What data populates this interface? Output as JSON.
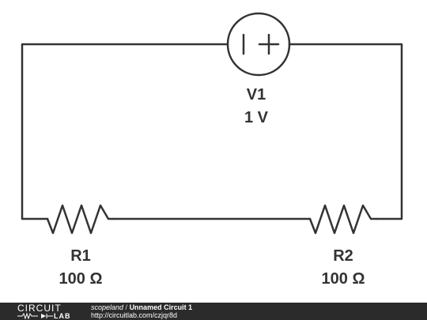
{
  "components": {
    "v1": {
      "name": "V1",
      "value": "1 V"
    },
    "r1": {
      "name": "R1",
      "value": "100 Ω"
    },
    "r2": {
      "name": "R2",
      "value": "100 Ω"
    }
  },
  "footer": {
    "logo_top": "CIRCUIT",
    "logo_bottom": "LAB",
    "user": "scopeland",
    "separator": " / ",
    "title": "Unnamed Circuit 1",
    "url": "http://circuitlab.com/czjqr8d"
  },
  "colors": {
    "wire": "#333333",
    "footer_bg": "#2b2b2b"
  }
}
